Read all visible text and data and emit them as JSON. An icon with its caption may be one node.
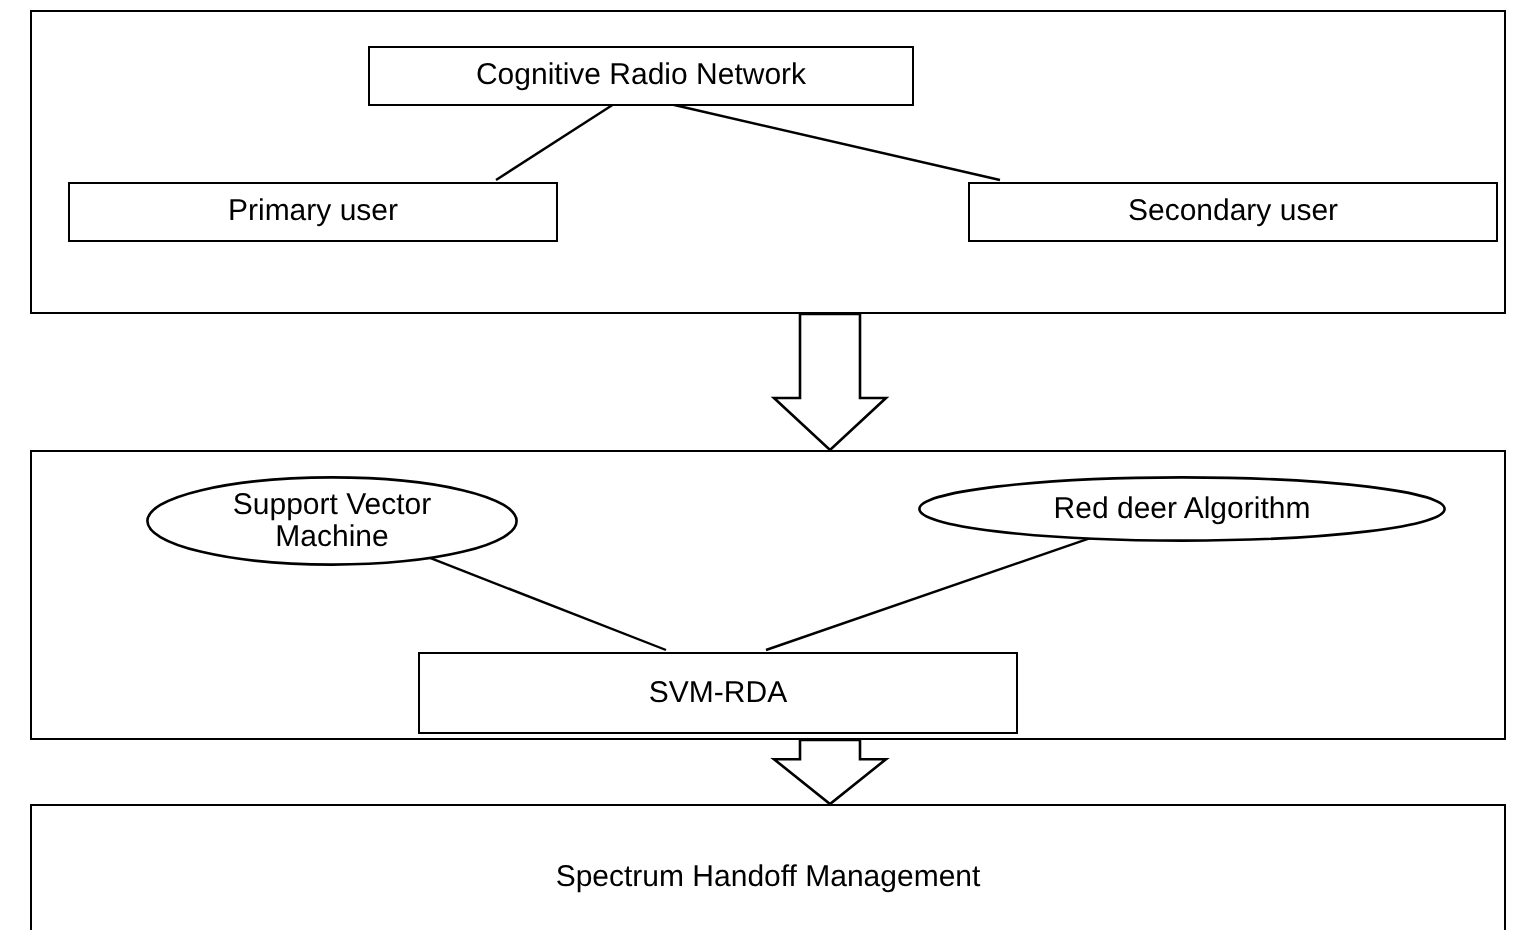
{
  "diagram": {
    "nodes": [
      {
        "text": [],
        "shape": "box"
      },
      {
        "text": [
          "Cognitive Radio Network"
        ],
        "in": 0
      },
      {
        "text": [
          "Primary user"
        ],
        "in": 0
      },
      {
        "text": [
          "Secondary user"
        ],
        "in": 0
      },
      {
        "text": [],
        "shape": "box"
      },
      {
        "text": [
          "Support Vector Machine"
        ],
        "in": 4
      },
      {
        "text": [
          "Red deer Algorithm"
        ],
        "in": 4
      },
      {
        "text": [
          "SVM-RDA"
        ],
        "in": 4
      },
      {
        "text": [
          "Spectrum Handoff Management"
        ]
      }
    ],
    "edges": [
      {
        "from": 1,
        "to": 2,
        "arrow": "none"
      },
      {
        "from": 1,
        "to": 3,
        "arrow": "none"
      },
      {
        "from": 0,
        "to": 4,
        "arrow": "to",
        "style": "thick"
      },
      {
        "from": 5,
        "to": 7,
        "arrow": "none"
      },
      {
        "from": 6,
        "to": 7,
        "arrow": "none"
      },
      {
        "from": 4,
        "to": 8,
        "arrow": "to",
        "style": "thick"
      }
    ]
  }
}
